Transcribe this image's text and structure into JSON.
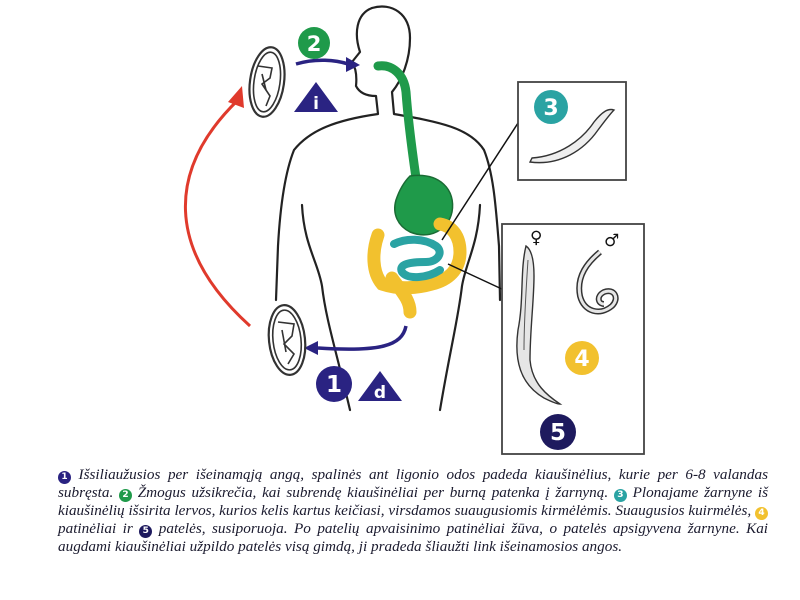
{
  "stages": {
    "s1": {
      "number": "1",
      "color": "#2a2382"
    },
    "s2": {
      "number": "2",
      "color": "#1f9a4a"
    },
    "s3": {
      "number": "3",
      "color": "#2aa3a3"
    },
    "s4": {
      "number": "4",
      "color": "#f2c12e"
    },
    "s5": {
      "number": "5",
      "color": "#1e1a5e"
    }
  },
  "badges": {
    "infective": "i",
    "diagnostic": "d"
  },
  "symbols": {
    "female": "♀",
    "male": "♂"
  },
  "colors": {
    "navy": "#2a2382",
    "stomach": "#1f9a4a",
    "small_intestine": "#2aa3a3",
    "large_intestine": "#f2c12e",
    "red_arrow": "#e03a2c",
    "outline": "#222222"
  },
  "caption": {
    "p1": "Išsiliaužusios per išeinamąją angą, spalinės ant ligonio odos padeda kiaušinėlius, kurie per 6-8 valandas subręsta.",
    "p2": "Žmogus užsikrečia, kai subrendę kiaušinėliai per burną patenka į žarnyną.",
    "p3": "Plonajame žarnyne iš kiaušinėlių išsirita lervos, kurios kelis kartus keičiasi, virsdamos suaugusiomis kirmėlėmis. Suaugusios kuirmėlės,",
    "p4": "patinėliai ir",
    "p5": "patelės, susiporuoja. Po patelių apvaisinimo patinėliai žūva, o patelės apsigyvena žarnyne. Kai augdami kiaušinėliai užpildo patelės visą gimdą, ji pradeda šliaužti link išeinamosios angos."
  }
}
